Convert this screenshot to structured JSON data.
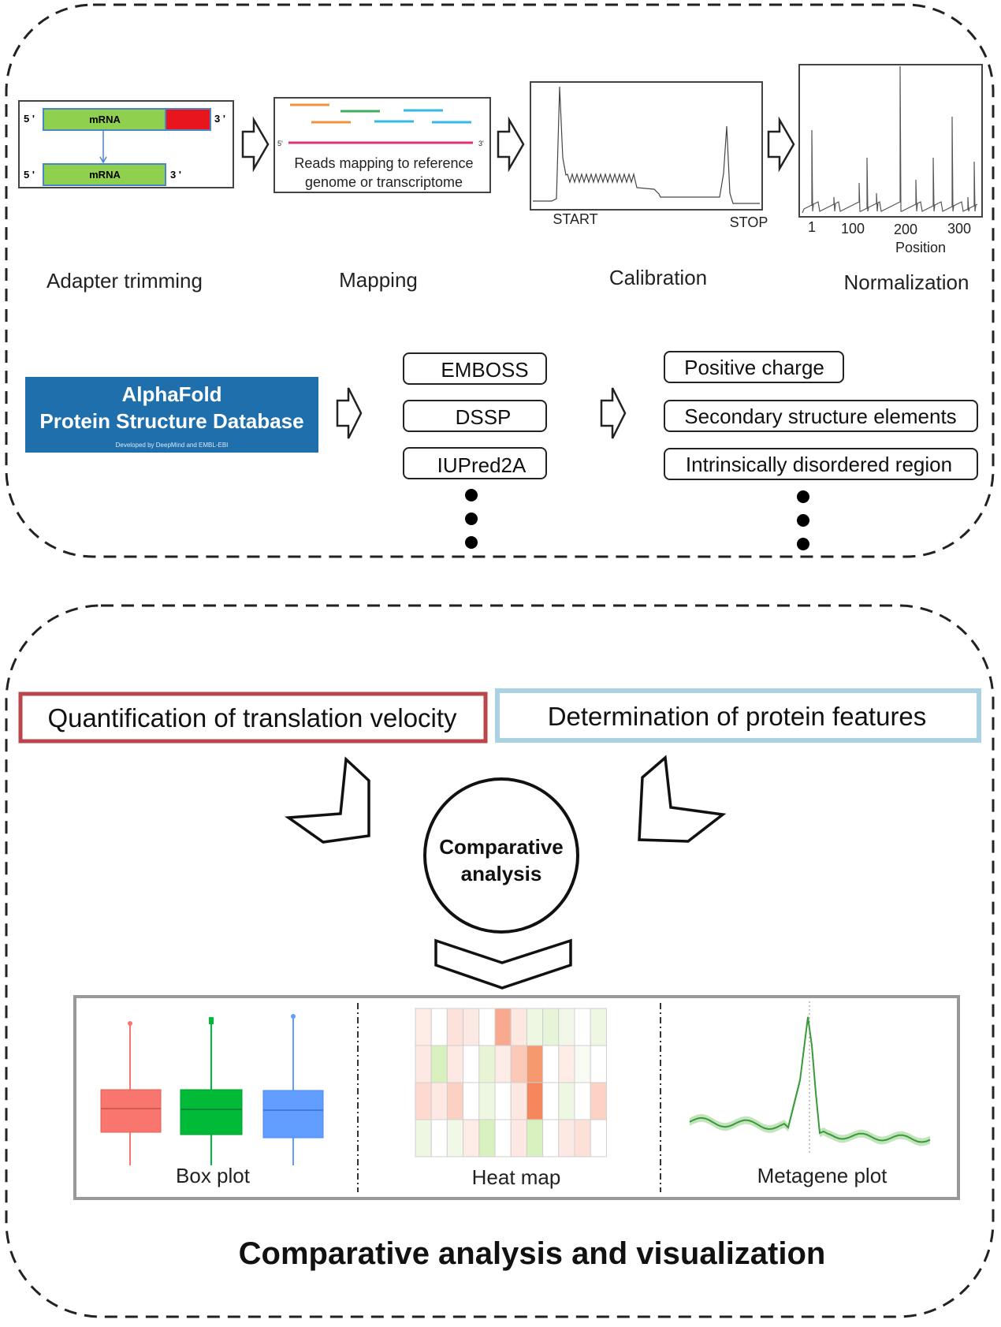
{
  "pipeline": {
    "adapter": {
      "five_prime": "5 '",
      "three_prime": "3 '",
      "mrna": "mRNA",
      "step_label": "Adapter trimming"
    },
    "mapping": {
      "five_prime": "5'",
      "three_prime": "3'",
      "caption_line1": "Reads mapping to reference",
      "caption_line2": "genome or transcriptome",
      "step_label": "Mapping"
    },
    "calibration": {
      "start": "START",
      "stop": "STOP",
      "step_label": "Calibration"
    },
    "normalization": {
      "ticks": [
        "1",
        "100",
        "200",
        "300"
      ],
      "axis_label": "Position",
      "step_label": "Normalization"
    }
  },
  "structure": {
    "alphafold": {
      "title_line1": "AlphaFold",
      "title_line2": "Protein Structure Database",
      "credit": "Developed by DeepMind and EMBL-EBI",
      "color": "#1f6fad"
    },
    "tools": [
      "EMBOSS",
      "DSSP",
      "IUPred2A"
    ],
    "features": [
      "Positive charge",
      "Secondary structure elements",
      "Intrinsically disordered region"
    ]
  },
  "analysis": {
    "velocity_label": "Quantification of translation velocity",
    "velocity_color": "#b9464a",
    "features_label": "Determination of protein features",
    "features_color": "#a9d3e3",
    "center_line1": "Comparative",
    "center_line2": "analysis",
    "plots": [
      "Box plot",
      "Heat map",
      "Metagene plot"
    ],
    "box_colors": [
      "#f8766d",
      "#00ba38",
      "#619cff"
    ],
    "footer_title": "Comparative analysis and visualization"
  }
}
